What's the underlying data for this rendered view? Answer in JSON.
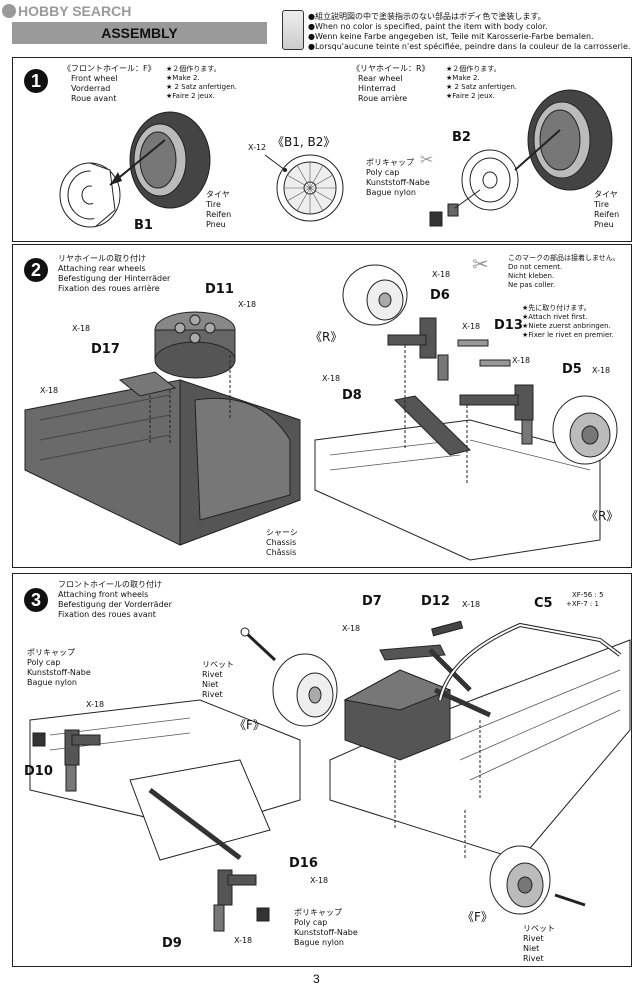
{
  "watermark": "HOBBY SEARCH",
  "header": {
    "title": "ASSEMBLY",
    "notes": [
      "●組立説明図の中で塗装指示のない部品はボディ色で塗装します。",
      "●When no color is specified, paint the item with body color.",
      "●Wenn keine Farbe angegeben ist, Teile mit Karosserie-Farbe bemalen.",
      "●Lorsqu'aucune teinte n'est spécifiée, peindre dans la couleur de la carrosserie."
    ]
  },
  "step1": {
    "number": "1",
    "front": {
      "title": [
        "《フロントホイール：F》",
        "Front wheel",
        "Vorderrad",
        "Roue avant"
      ],
      "make": [
        "★２個作ります。",
        "★Make 2.",
        "★ 2 Satz anfertigen.",
        "★Faire 2 jeux."
      ]
    },
    "rear": {
      "title": [
        "《リヤホイール：R》",
        "Rear wheel",
        "Hinterrad",
        "Roue arrière"
      ],
      "make": [
        "★２個作ります。",
        "★Make 2.",
        "★ 2 Satz anfertigen.",
        "★Faire 2 jeux."
      ]
    },
    "wheel_ref": "《B1, B2》",
    "x12": "X-12",
    "b1": "B1",
    "b2": "B2",
    "tire": [
      "タイヤ",
      "Tire",
      "Reifen",
      "Pneu"
    ],
    "polycap": [
      "ポリキャップ",
      "Poly cap",
      "Kunststoff-Nabe",
      "Bague nylon"
    ]
  },
  "step2": {
    "number": "2",
    "title": [
      "リヤホイールの取り付け",
      "Attaching rear wheels",
      "Befestigung der Hinterräder",
      "Fixation des roues arrière"
    ],
    "cement": [
      "このマークの部品は接着しません。",
      "Do not cement.",
      "Nicht kleben.",
      "Ne pas coller."
    ],
    "rivet_first": [
      "★先に取り付けます。",
      "★Attach rivet first.",
      "★Niete zuerst anbringen.",
      "★Fixer le rivet en premier."
    ],
    "chassis": [
      "シャーシ",
      "Chassis",
      "Châssis"
    ],
    "d11": "D11",
    "d17": "D17",
    "d6": "D6",
    "d13": "D13",
    "d8": "D8",
    "d5": "D5",
    "x18": "X-18",
    "r": "《R》"
  },
  "step3": {
    "number": "3",
    "title": [
      "フロントホイールの取り付け",
      "Attaching front wheels",
      "Befestigung der Vorderräder",
      "Fixation des roues avant"
    ],
    "polycap": [
      "ポリキャップ",
      "Poly cap",
      "Kunststoff-Nabe",
      "Bague nylon"
    ],
    "rivet": [
      "リベット",
      "Rivet",
      "Niet",
      "Rivet"
    ],
    "d7": "D7",
    "d12": "D12",
    "c5": "C5",
    "d10": "D10",
    "d16": "D16",
    "d9": "D9",
    "c5_paint": [
      "XF-56 : 5",
      "+XF-7 : 1"
    ],
    "x18": "X-18",
    "f": "《F》"
  },
  "page_number": "3"
}
